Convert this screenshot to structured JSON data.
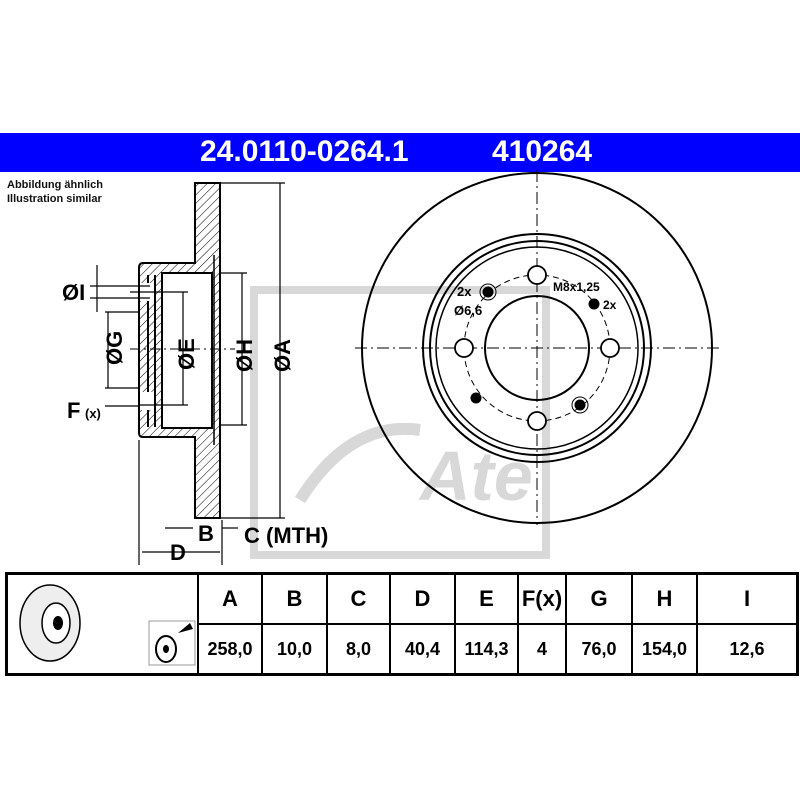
{
  "header": {
    "part_number": "24.0110-0264.1",
    "short_number": "410264"
  },
  "note": {
    "line1": "Abbildung ähnlich",
    "line2": "Illustration similar"
  },
  "drawing": {
    "labels": {
      "I": "ØI",
      "G": "ØG",
      "E": "ØE",
      "H": "ØH",
      "A": "ØA",
      "F": "F",
      "F_sub": "(x)",
      "B": "B",
      "C": "C (MTH)",
      "D": "D"
    },
    "front": {
      "hole_count": "2x",
      "hole_dia": "Ø6,6",
      "thread": "M8x1,25",
      "thread_count": "2x"
    }
  },
  "table": {
    "headers": [
      "A",
      "B",
      "C",
      "D",
      "E",
      "F(x)",
      "G",
      "H",
      "I"
    ],
    "values": [
      "258,0",
      "10,0",
      "8,0",
      "40,4",
      "114,3",
      "4",
      "76,0",
      "154,0",
      "12,6"
    ]
  },
  "colors": {
    "header_bg": "#0000ff",
    "watermark": "#d8d8d8"
  }
}
